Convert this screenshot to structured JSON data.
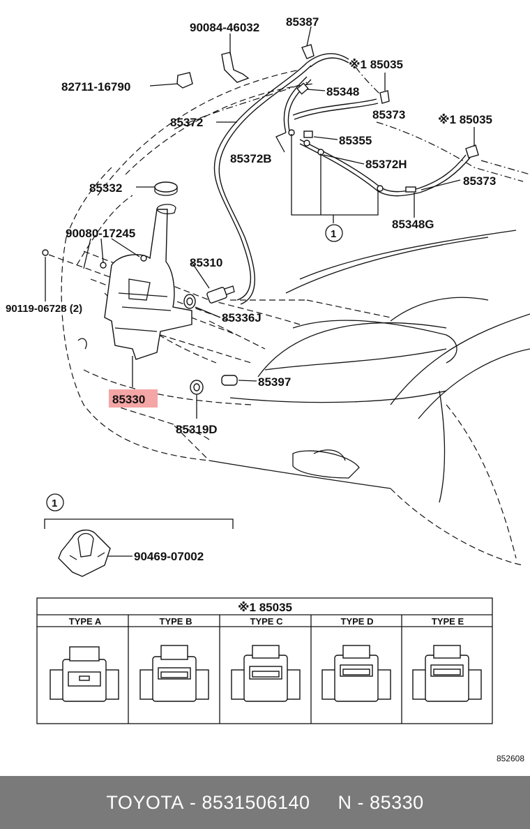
{
  "labels": {
    "p90084": "90084-46032",
    "p85387": "85387",
    "p82711": "82711-16790",
    "p85035a": "※1 85035",
    "p85348": "85348",
    "p85373a": "85373",
    "p85372": "85372",
    "p85035b": "※1 85035",
    "p85355": "85355",
    "p85372b": "85372B",
    "p85372h": "85372H",
    "p85332": "85332",
    "p85373b": "85373",
    "p85348g": "85348G",
    "p90080": "90080-17245",
    "p85310": "85310",
    "p90119": "90119-06728 (2)",
    "p85336j": "85336J",
    "p85397": "85397",
    "p85330": "85330",
    "p85319d": "85319D",
    "p90469": "90469-07002",
    "circle1": "1",
    "circle1b": "1"
  },
  "highlight_color": "#f4a5a5",
  "table": {
    "title": "※1 85035",
    "types": [
      "TYPE A",
      "TYPE B",
      "TYPE C",
      "TYPE D",
      "TYPE E"
    ]
  },
  "diagram_code": "852608",
  "footer": {
    "brand": "TOYOTA",
    "sep1": " - ",
    "part_number": "8531506140",
    "gap": "     ",
    "n_label": "N",
    "sep2": " - ",
    "n_value": "85330"
  }
}
